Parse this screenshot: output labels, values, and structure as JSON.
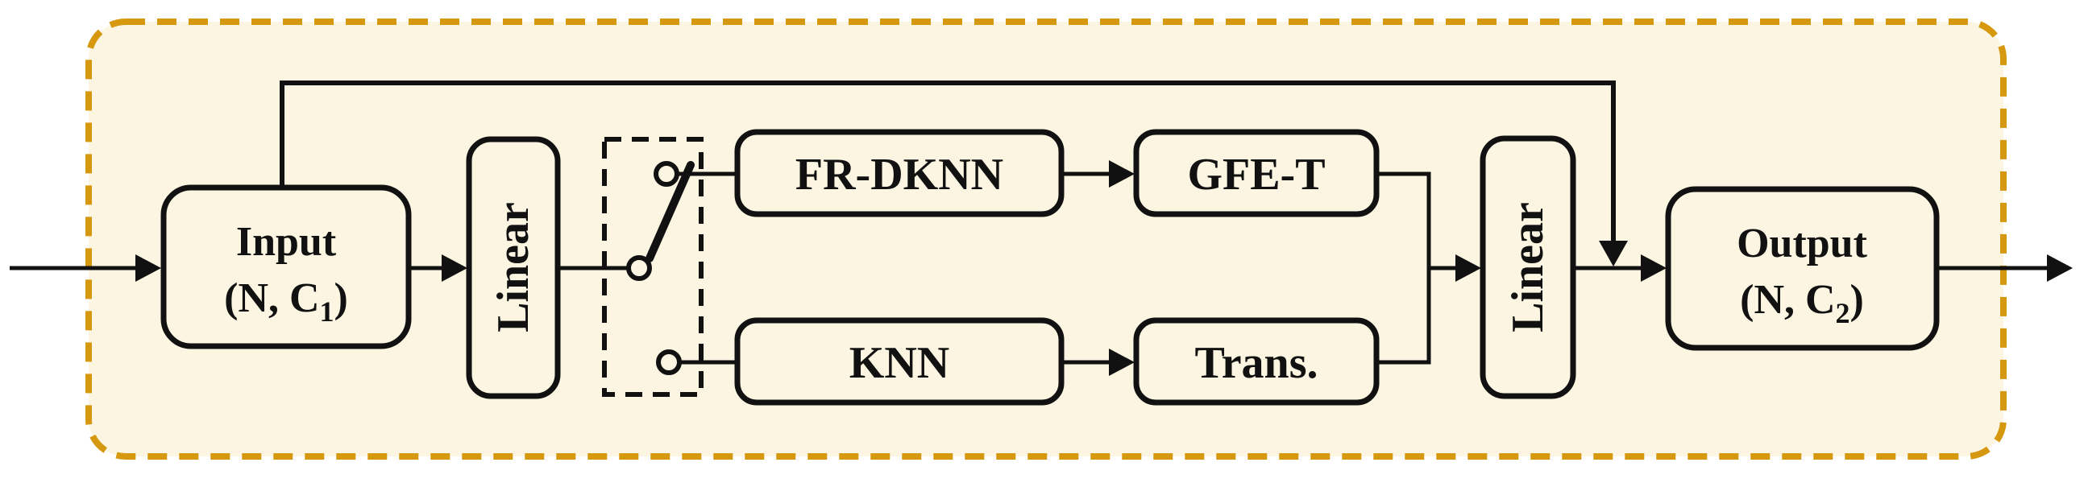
{
  "figure": {
    "type": "block-diagram",
    "description_visible_text_only": true
  },
  "colors": {
    "page_background": "#ffffff",
    "panel_background": "#FBF5E1",
    "panel_dash_border": "#D5980F",
    "ink": "#111111"
  },
  "blocks": {
    "input": {
      "line1": "Input",
      "line2_pre": "(N, C",
      "line2_sub": "1",
      "line2_close": ")"
    },
    "linear1": {
      "label": "Linear"
    },
    "switch": {
      "icon": "selector-switch-icon",
      "terminals": 3,
      "selected_branch": "top"
    },
    "fr_dknn": {
      "label": "FR-DKNN"
    },
    "gfe_t": {
      "label": "GFE-T"
    },
    "knn": {
      "label": "KNN"
    },
    "trans": {
      "label": "Trans."
    },
    "linear2": {
      "label": "Linear"
    },
    "output": {
      "line1": "Output",
      "line2_pre": "(N, C",
      "line2_sub": "2",
      "line2_close": ")"
    }
  }
}
